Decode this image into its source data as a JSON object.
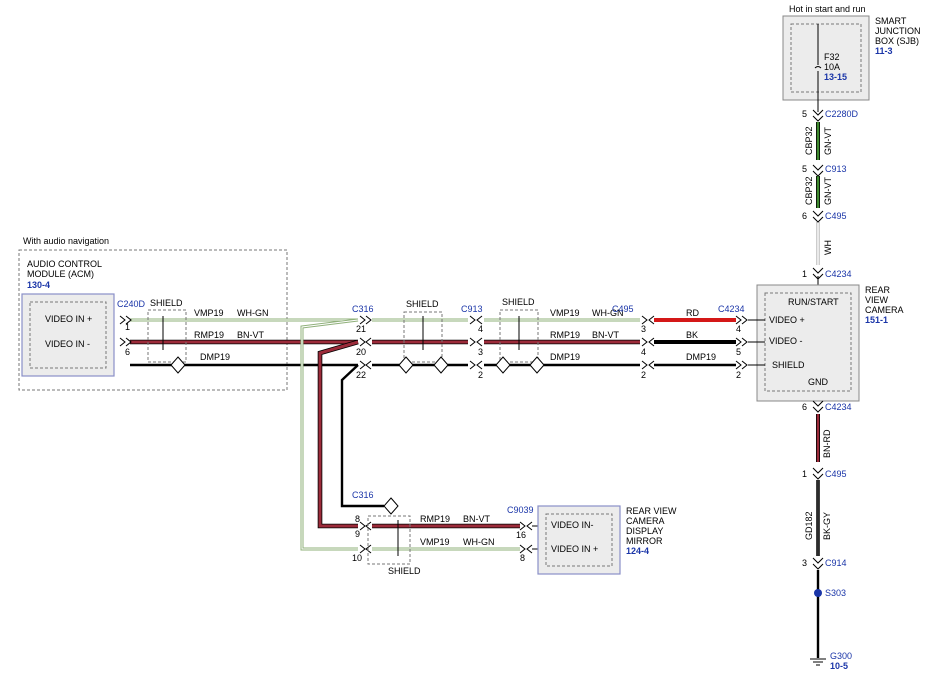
{
  "top": {
    "power_note": "Hot in start and run"
  },
  "sjb": {
    "name": "SMART JUNCTION BOX (SJB)",
    "name_lines": [
      "SMART",
      "JUNCTION",
      "BOX (SJB)"
    ],
    "ref": "11-3",
    "fuse": "F32",
    "fuse_rating": "10A",
    "fuse_ref": "13-15"
  },
  "acm": {
    "note": "With audio navigation",
    "name_lines": [
      "AUDIO CONTROL",
      "MODULE (ACM)"
    ],
    "ref": "130-4",
    "pin_video_plus": "VIDEO IN +",
    "pin_video_minus": "VIDEO IN -"
  },
  "camera": {
    "name_lines": [
      "REAR",
      "VIEW",
      "CAMERA"
    ],
    "ref": "151-1",
    "run_start": "RUN/START",
    "video_plus": "VIDEO +",
    "video_minus": "VIDEO -",
    "shield": "SHIELD",
    "gnd": "GND"
  },
  "mirror": {
    "name_lines": [
      "REAR VIEW",
      "CAMERA",
      "DISPLAY",
      "MIRROR"
    ],
    "ref": "124-4",
    "video_minus": "VIDEO IN-",
    "video_plus": "VIDEO IN +"
  },
  "connectors": {
    "c2280d": "C2280D",
    "c913a": "C913",
    "c495a": "C495",
    "c4234a": "C4234",
    "c240d": "C240D",
    "c316": "C316",
    "c913": "C913",
    "c495": "C495",
    "c4234": "C4234",
    "c4234b": "C4234",
    "c495b": "C495",
    "c914": "C914",
    "s303": "S303",
    "g300": "G300",
    "g300_ref": "10-5",
    "c316b": "C316",
    "c9039": "C9039"
  },
  "pins": {
    "p5a": "5",
    "p5b": "5",
    "p6a": "6",
    "p1a": "1",
    "acm1": "1",
    "acm6": "6",
    "c316_21": "21",
    "c316_20": "20",
    "c316_22": "22",
    "c913_4": "4",
    "c913_3": "3",
    "c913_2": "2",
    "c495_3": "3",
    "c495_4": "4",
    "c495_2": "2",
    "cam4": "4",
    "cam5": "5",
    "cam2": "2",
    "cam6": "6",
    "c495b_1": "1",
    "c914_3": "3",
    "c316b_8": "8",
    "c316b_9": "9",
    "c316b_10": "10",
    "mir16": "16",
    "mir8": "8"
  },
  "wires": {
    "cbp32_a": "CBP32",
    "gnvt_a": "GN-VT",
    "cbp32_b": "CBP32",
    "gnvt_b": "GN-VT",
    "wh": "WH",
    "vmp19_1": "VMP19",
    "whgn_1": "WH-GN",
    "rmp19_1": "RMP19",
    "bnvt_1": "BN-VT",
    "dmp19_1": "DMP19",
    "vmp19_2": "VMP19",
    "whgn_2": "WH-GN",
    "rmp19_2": "RMP19",
    "bnvt_2": "BN-VT",
    "dmp19_2": "DMP19",
    "rd": "RD",
    "bk": "BK",
    "bnrd": "BN-RD",
    "gd182": "GD182",
    "bkgy": "BK-GY",
    "rmp19_3": "RMP19",
    "bnvt_3": "BN-VT",
    "vmp19_3": "VMP19",
    "whgn_3": "WH-GN",
    "shield_1": "SHIELD",
    "shield_2": "SHIELD",
    "shield_3": "SHIELD",
    "shield_4": "SHIELD"
  },
  "colors": {
    "gn_vt": "#3f8a2f",
    "bn_vt": "#9c2b3a",
    "rd": "#d41818",
    "bk": "#000000",
    "wh_gn": "#8fb07a",
    "blue": "#1a35a8"
  }
}
